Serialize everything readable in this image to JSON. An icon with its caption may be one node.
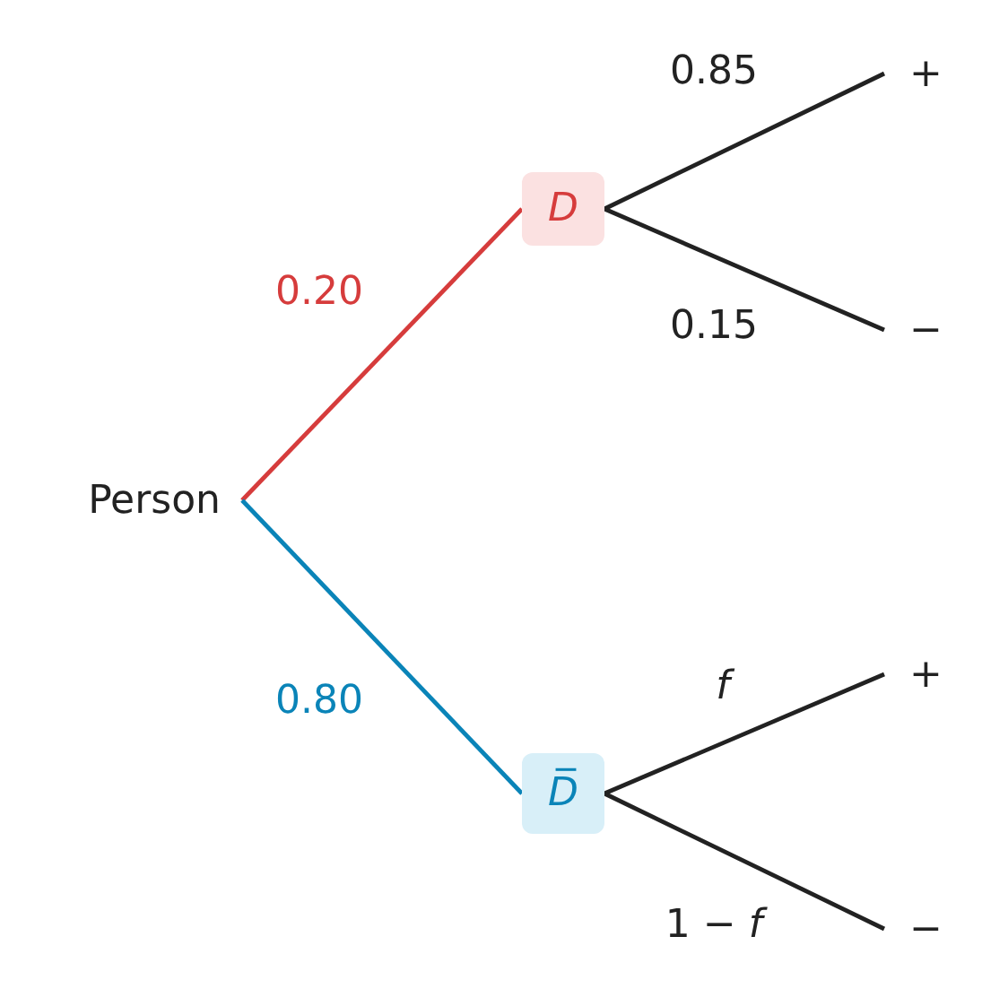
{
  "diagram": {
    "nodes": [
      {
        "text": [
          "Person"
        ]
      },
      {
        "text": [
          "D"
        ]
      },
      {
        "text": [
          "D̅"
        ]
      },
      {
        "text": [
          "+"
        ]
      },
      {
        "text": [
          "−"
        ]
      },
      {
        "text": [
          "+"
        ]
      },
      {
        "text": [
          "−"
        ]
      }
    ],
    "edges": [
      {
        "from": 0,
        "to": 1,
        "arrow": "none",
        "label": "0.20",
        "color": "#d63c3c"
      },
      {
        "from": 0,
        "to": 2,
        "arrow": "none",
        "label": "0.80",
        "color": "#0a84b8"
      },
      {
        "from": 1,
        "to": 3,
        "arrow": "none",
        "label": "0.85"
      },
      {
        "from": 1,
        "to": 4,
        "arrow": "none",
        "label": "0.15"
      },
      {
        "from": 2,
        "to": 5,
        "arrow": "none",
        "label": "*f*"
      },
      {
        "from": 2,
        "to": 6,
        "arrow": "none",
        "label": "1 − *f*"
      }
    ]
  }
}
